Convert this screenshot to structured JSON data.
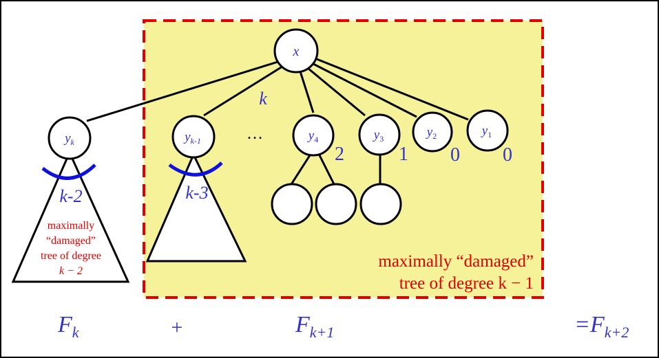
{
  "root": {
    "label": "x"
  },
  "root_child_count_label": "k",
  "children": [
    {
      "name": "yk",
      "base": "y",
      "sub": "k",
      "rank_label": "k-2"
    },
    {
      "name": "yk-1",
      "base": "y",
      "sub": "k-1",
      "rank_label": "k-3"
    },
    {
      "name": "y4",
      "base": "y",
      "sub": "4",
      "rank_label": "2"
    },
    {
      "name": "y3",
      "base": "y",
      "sub": "3",
      "rank_label": "1"
    },
    {
      "name": "y2",
      "base": "y",
      "sub": "2",
      "rank_label": "0"
    },
    {
      "name": "y1",
      "base": "y",
      "sub": "1",
      "rank_label": "0"
    }
  ],
  "ellipsis": "…",
  "left_subtree_caption": [
    "maximally",
    "“damaged”",
    "tree of degree",
    "k − 2"
  ],
  "box_caption": [
    "maximally “damaged”",
    "tree of degree k − 1"
  ],
  "formula": {
    "left_base": "F",
    "left_sub": "k",
    "plus": "+",
    "mid_base": "F",
    "mid_sub": "k+1",
    "right_prefix": "=F",
    "right_sub": "k+2"
  },
  "colors": {
    "highlight_fill": "#f5f29a",
    "dash_border": "#e00000",
    "label_blue": "#3333cc",
    "caption_red": "#e00000",
    "arc_blue": "#1111dd"
  }
}
